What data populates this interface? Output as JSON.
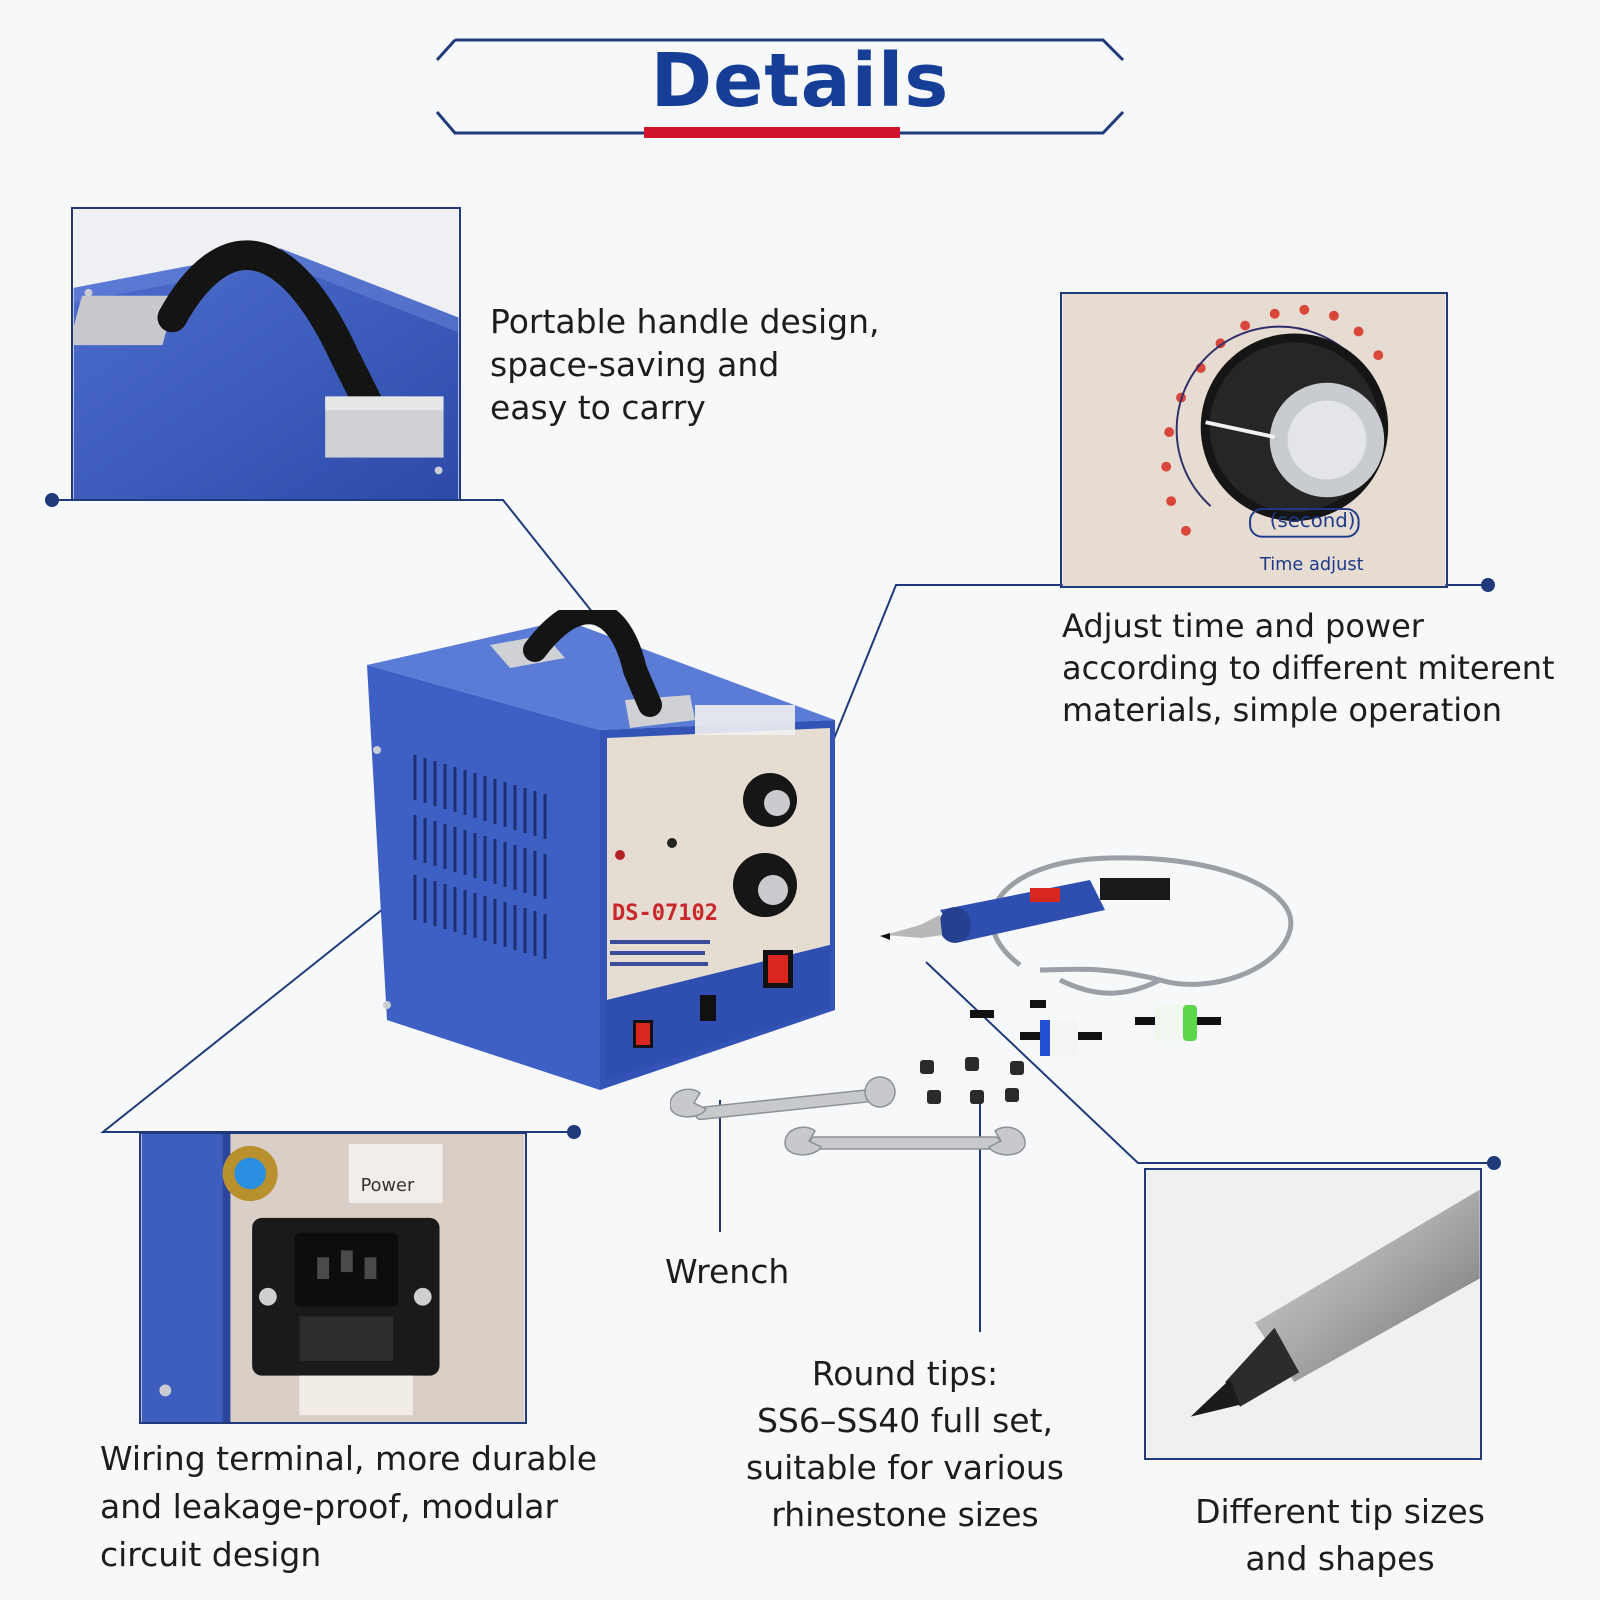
{
  "header": {
    "title": "Details"
  },
  "colors": {
    "navy": "#163e96",
    "accent_red": "#d0142a",
    "machine_blue": "#3d5dbf",
    "line": "#1f3a7a"
  },
  "callouts": {
    "handle": "Portable handle design,\nspace-saving and\neasy to carry",
    "time_power": "Adjust time and power\naccording to different miterent\nmaterials, simple operation",
    "wiring": "Wiring terminal, more durable\nand leakage-proof, modular\ncircuit design",
    "wrench": "Wrench",
    "round_tips": "Round tips:\nSS6–SS40 full set,\nsuitable for various\nrhinestone sizes",
    "tip_sizes": "Different tip sizes\nand shapes"
  },
  "product": {
    "model": "DS-07102",
    "dial_unit": "(second)",
    "dial_caption": "Time adjust",
    "power_label": "Power"
  }
}
